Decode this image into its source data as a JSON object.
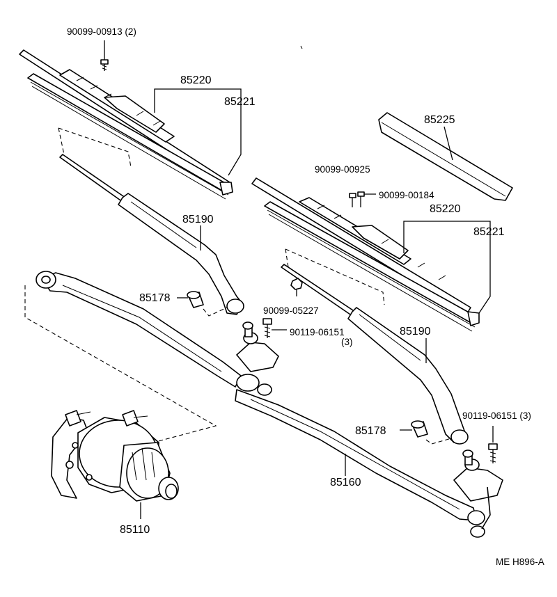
{
  "labels": {
    "screw_913": "90099-00913 (2)",
    "blade_l": "85220",
    "rubber_l": "85221",
    "cover": "85225",
    "screw_925": "90099-00925",
    "screw_184": "90099-00184",
    "blade_r": "85220",
    "rubber_r": "85221",
    "arm_l": "85190",
    "cap_l": "85178",
    "nut_227": "90099-05227",
    "bolt_151": "90119-06151",
    "bolt_151_qty": "(3)",
    "arm_r": "85190",
    "bolt_151_r": "90119-06151 (3)",
    "cap_r": "85178",
    "link": "85160",
    "motor": "85110",
    "ref_code": "ME H896-A"
  }
}
